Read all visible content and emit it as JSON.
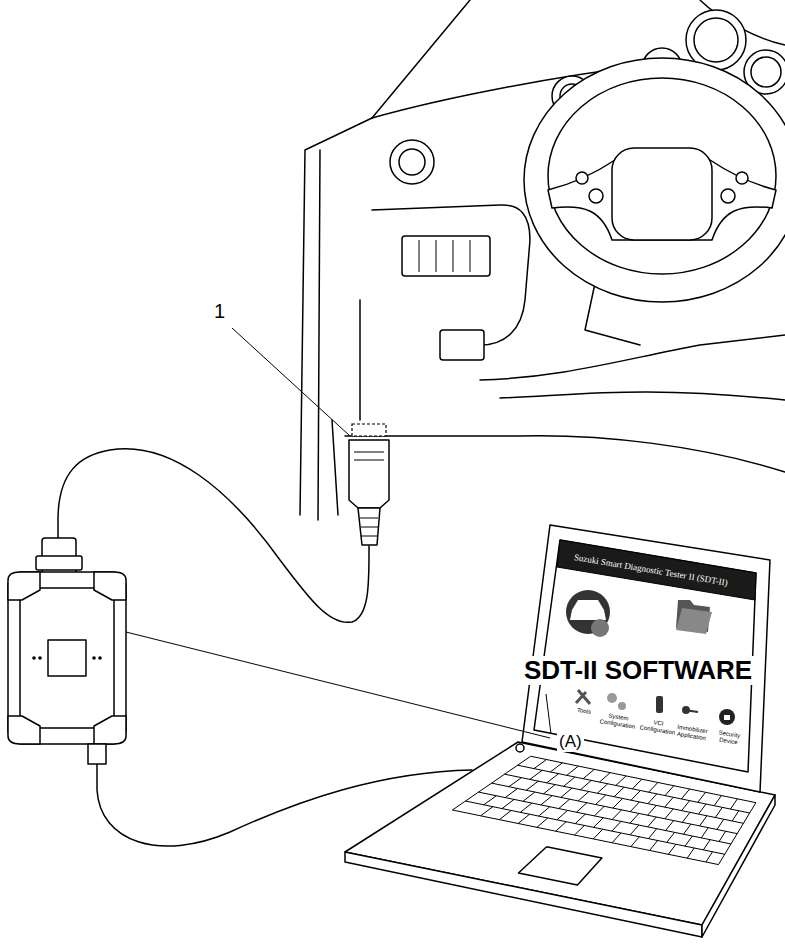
{
  "diagram": {
    "labels": [
      "1",
      "SDT-II SOFTWARE",
      "Suzuki Smart Diagnostic Tester II (SDT-II)",
      "Tools",
      "System Configuration",
      "VCI Configuration",
      "Immobilizer Application",
      "Security Device",
      "(A)"
    ]
  }
}
